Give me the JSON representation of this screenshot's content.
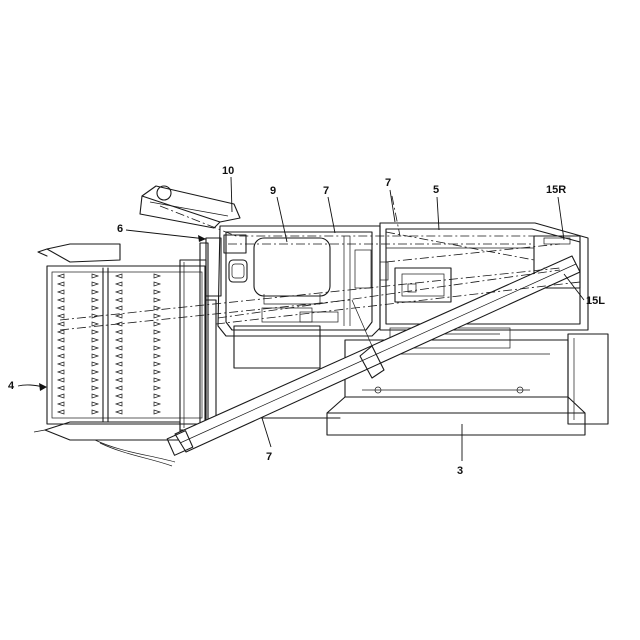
{
  "labels": {
    "harvester": "4",
    "grain_tank": "3",
    "engine_room": "5",
    "front_frame": "6",
    "conveyor_top_left": "7",
    "conveyor_top_right": "7",
    "conveyor_bottom": "7",
    "seat": "9",
    "lever": "10",
    "sensor_right": "15R",
    "sensor_left": "15L"
  }
}
